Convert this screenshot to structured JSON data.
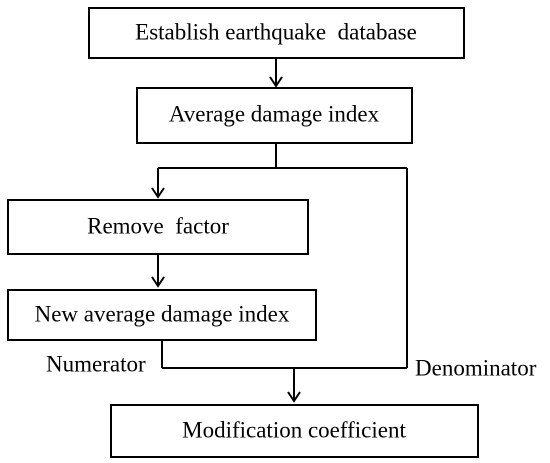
{
  "diagram": {
    "type": "flowchart",
    "nodes": [
      {
        "id": "establish",
        "label": "Establish earthquake  database"
      },
      {
        "id": "average",
        "label": "Average damage index"
      },
      {
        "id": "remove",
        "label": "Remove  factor"
      },
      {
        "id": "new_average",
        "label": "New average damage index"
      },
      {
        "id": "modification",
        "label": "Modification coefficient"
      }
    ],
    "edges": [
      {
        "from": "establish",
        "to": "average"
      },
      {
        "from": "average",
        "to": "remove"
      },
      {
        "from": "remove",
        "to": "new_average"
      },
      {
        "from": "new_average",
        "to": "modification",
        "label": "Numerator"
      },
      {
        "from": "average",
        "to": "modification",
        "label": "Denominator"
      }
    ],
    "edge_labels": {
      "numerator": "Numerator",
      "denominator": "Denominator"
    }
  }
}
